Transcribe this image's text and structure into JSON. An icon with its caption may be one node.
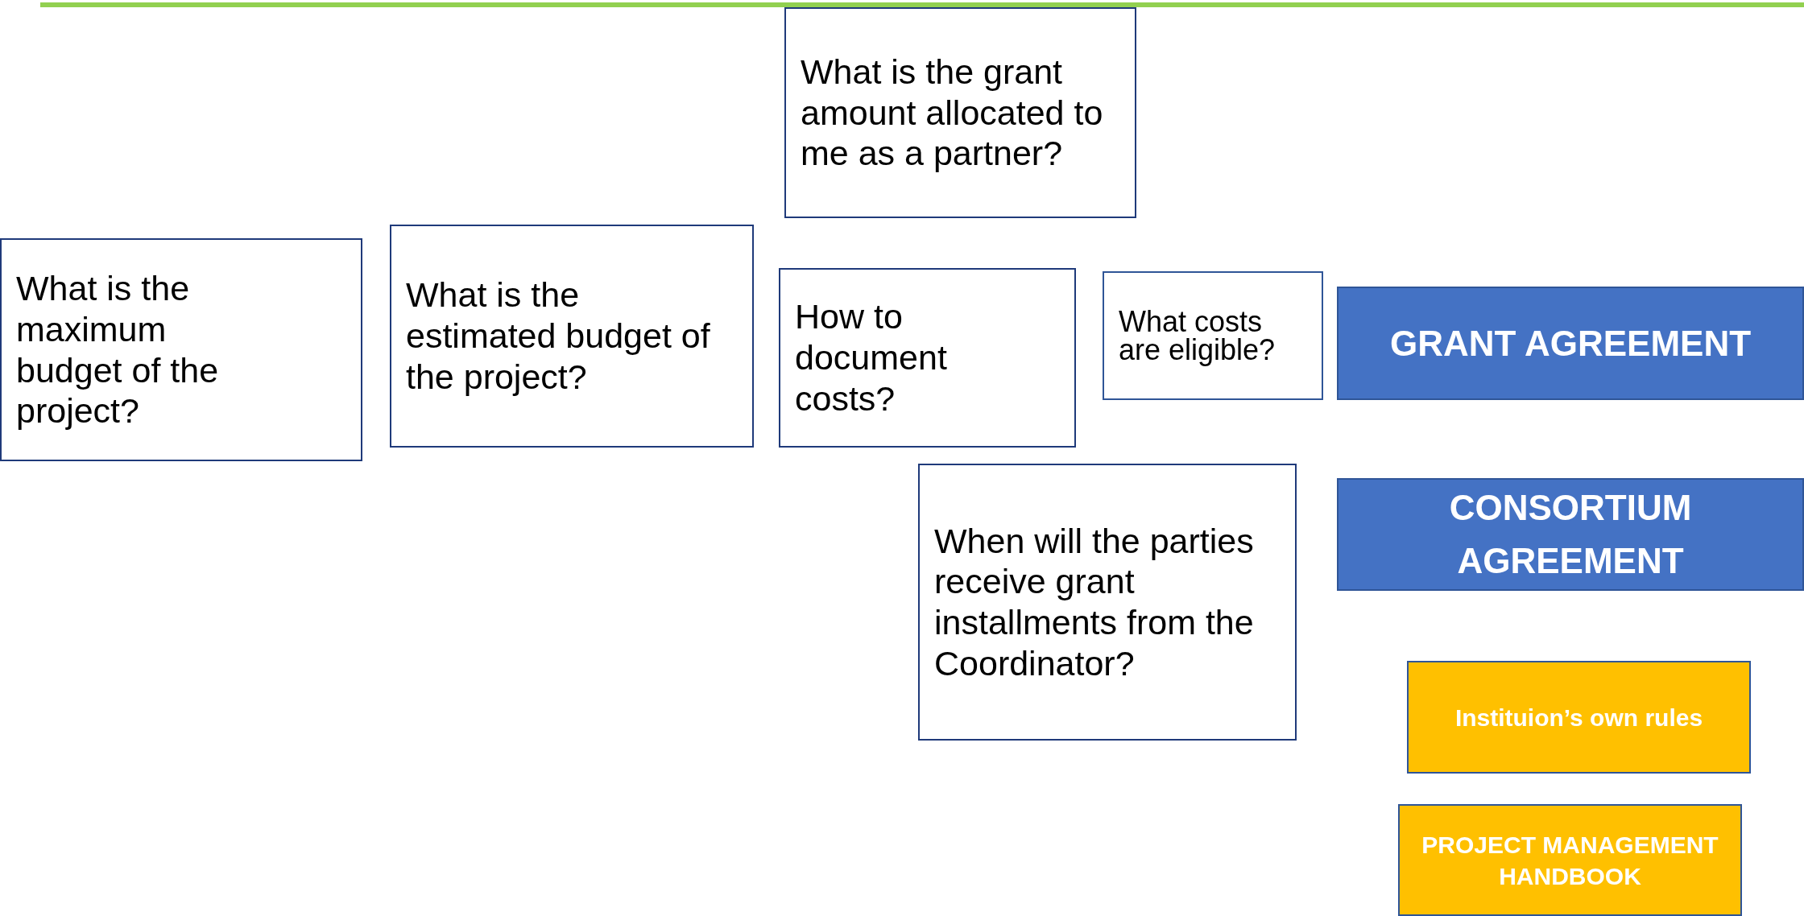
{
  "diagram": {
    "nodes": [
      {
        "text": [
          "What is the grant amount allocated to me as a partner?"
        ]
      },
      {
        "text": [
          "What is the maximum budget of the project?"
        ]
      },
      {
        "text": [
          "What is the estimated budget of the project?"
        ]
      },
      {
        "text": [
          "How to document costs?"
        ]
      },
      {
        "text": [
          "What costs are eligible?"
        ]
      },
      {
        "text": [
          "GRANT AGREEMENT"
        ]
      },
      {
        "text": [
          "When will the parties receive grant installments from the Coordinator?"
        ]
      },
      {
        "text": [
          "CONSORTIUM AGREEMENT"
        ]
      },
      {
        "text": [
          "Instituion’s own rules"
        ]
      },
      {
        "text": [
          "PROJECT MANAGEMENT HANDBOOK"
        ]
      }
    ]
  }
}
